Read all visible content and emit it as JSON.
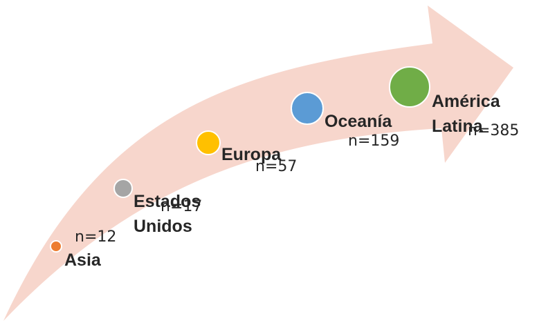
{
  "colors": {
    "arrow_fill": "#f7d6cc",
    "bubble_stroke": "#ffffff"
  },
  "regions": [
    {
      "name_lines": [
        "Asia"
      ],
      "count_label": "n=12",
      "n": 12,
      "color": "#ed7d31"
    },
    {
      "name_lines": [
        "Estados",
        "Unidos"
      ],
      "count_label": "n=17",
      "n": 17,
      "color": "#a5a5a5"
    },
    {
      "name_lines": [
        "Europa"
      ],
      "count_label": "n=57",
      "n": 57,
      "color": "#ffc000"
    },
    {
      "name_lines": [
        "Oceanía"
      ],
      "count_label": "n=159",
      "n": 159,
      "color": "#5b9bd5"
    },
    {
      "name_lines": [
        "América",
        "Latina"
      ],
      "count_label": "n=385",
      "n": 385,
      "color": "#70ad47"
    }
  ]
}
